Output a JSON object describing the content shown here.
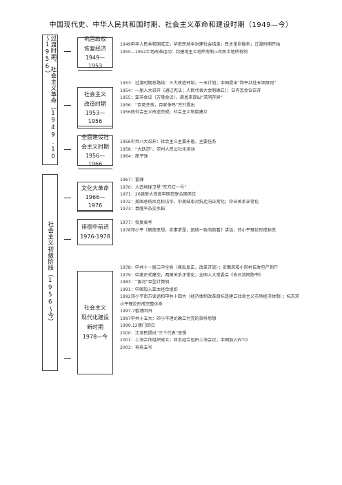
{
  "title": "中国现代史、中华人民共和国时期、社会主义革命和建设时期（1949—今）",
  "eras": [
    {
      "label": "过渡时期、社会主义革命（1949.10～1956）",
      "stages": [
        {
          "label_lines": [
            "巩固政权",
            "恢复经济"
          ],
          "years": "1949—1953",
          "events": [
            "1949中华人民共和国成立；华南民地半封建社会结束；民主革命胜利；过渡时期开始",
            "1950—1952土地改革运动：封建地主土地所有制→农民土地所有制"
          ]
        },
        {
          "label_lines": [
            "社会主义",
            "改造时期"
          ],
          "years": "1953—1956",
          "events": [
            "1953：过渡时期总路线：三大改造开始；一五计划；中国提出“和平共处五项原则”",
            "1954：一届人大召开（通过宪法；人民代表大会制确立）；日内瓦会议召开",
            "1955：亚非会议（万隆会议），周恩来提出“求同存异”",
            "1956：“百花齐放，百家争鸣”方针提出",
            "1956底社会主义改造完成，社会主义制度建立"
          ]
        },
        {
          "label_lines": [
            "全面建设社",
            "会主义时期"
          ],
          "years": "1956—1966",
          "events": [
            "1956中共八大召开：社会主义主要矛盾，主要任务",
            "1958：“大跃进”、农村人民公社化运动",
            "1964：原子弹"
          ]
        }
      ]
    },
    {
      "label": "社会主义初级阶段（1956～今）",
      "stages": [
        {
          "label_lines": [
            "文化大革命"
          ],
          "years": "1966—1976",
          "events": [
            "1967：氢弹",
            "1970：人造地球卫星“东方红一号”",
            "1971：26届联大恢复中国在联合国席位",
            "1972：美国总统尼克松访华，中美结束对抗走向正常化；中日关系正常化",
            "1973：袁隆平杂交水稻"
          ]
        },
        {
          "label_lines": [
            "徘徊中前进",
            "1976-1978"
          ],
          "years": "",
          "events": [
            "1977：恢复高考",
            "1978邓小平《解放思想，实事求是，团结一致向前看》讲话；邓小平理论形成标志"
          ]
        },
        {
          "label_lines": [
            "社会主义",
            "现代化建设",
            "新时期"
          ],
          "years": "1978—今",
          "events": [
            "1978：中共十一届三中全会（拨乱反正，改革开放）；安徽凤阳小岗村自发包产到户",
            "1979：中美正式建交，两国关系正常化；全国人大常委会《告台湾同胞书》",
            "1983：“银河”巨型计算机",
            "1991：中国加入亚太经合组织",
            "1992邓小平南方谈话和中共十四大（经济体制改革目标是建立社会主义市场经济体制）；标志邓小平理论形成完整体系",
            "1997.7香港回归",
            "1997中共十五大：邓小平理论确立为党的指导思想",
            "1999.12澳门回归",
            "2000：江泽民提出“三个代表”思想",
            "2001：上海合作组织成立；亚太经合组织上海会议；中国加入WTO",
            "2003：神舟五号"
          ]
        }
      ]
    }
  ]
}
